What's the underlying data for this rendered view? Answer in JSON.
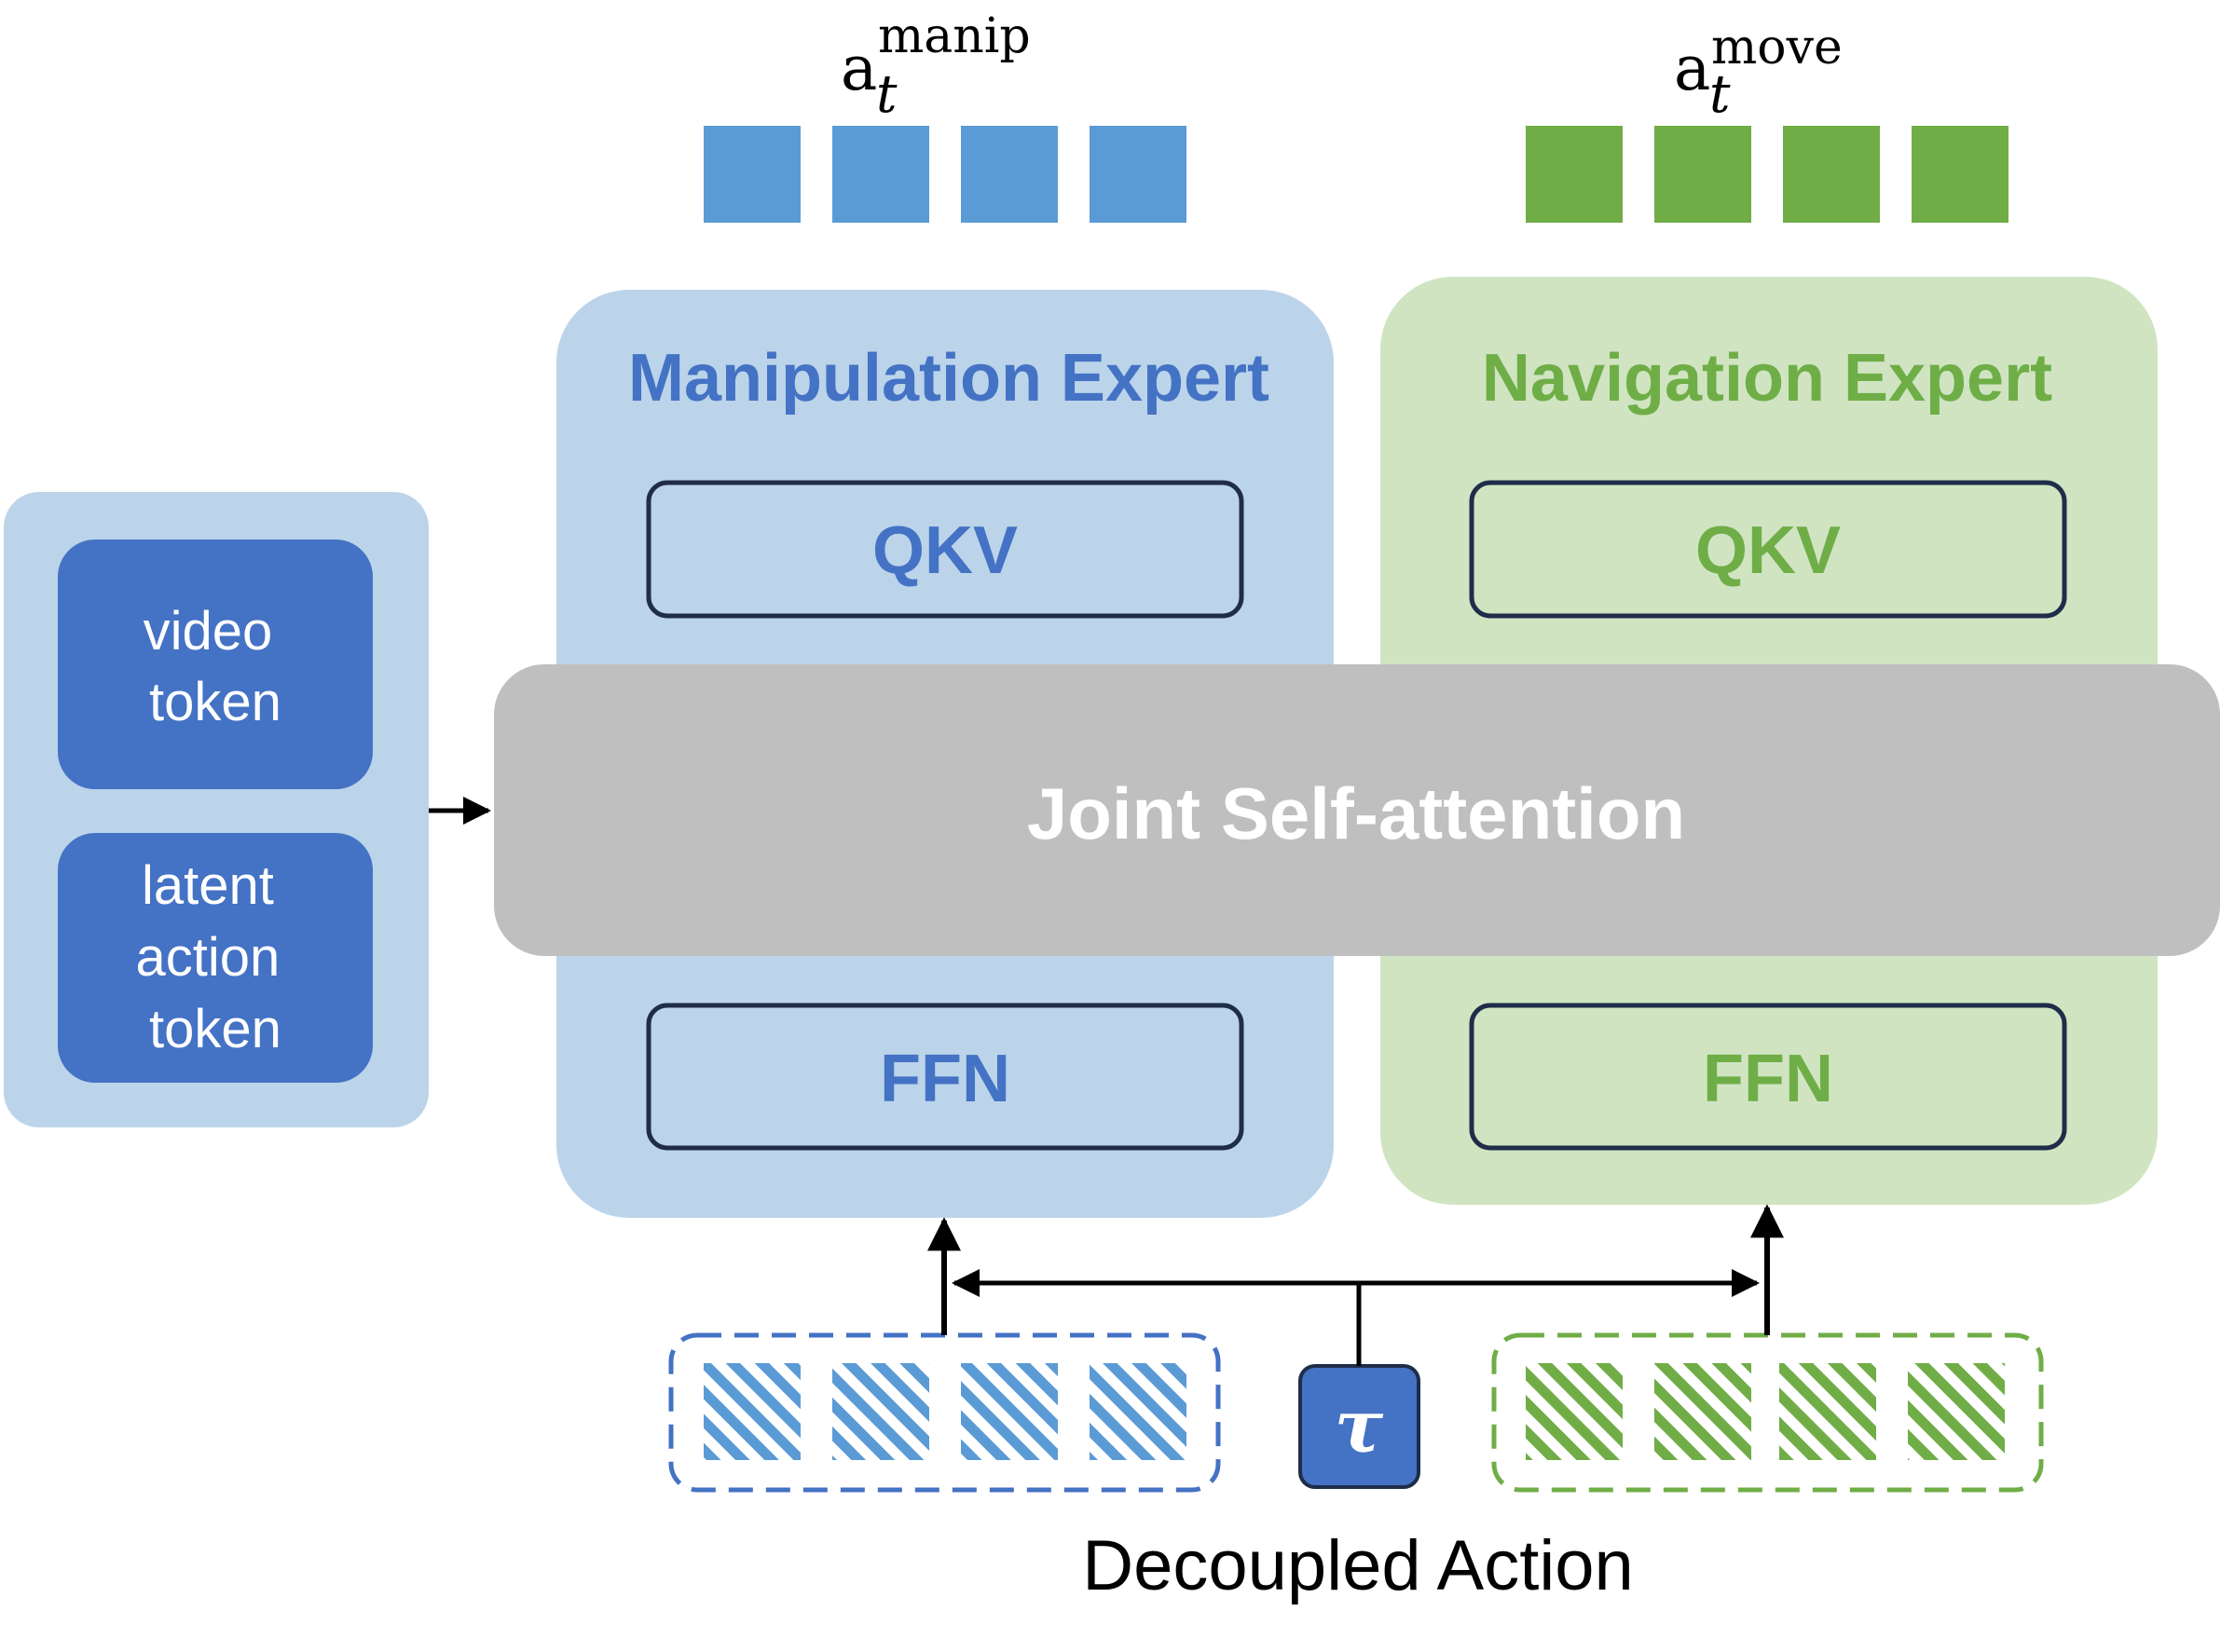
{
  "left_panel": {
    "video_token": [
      "video",
      "token"
    ],
    "latent_action_token": [
      "latent",
      "action",
      "token"
    ]
  },
  "manipulation": {
    "title": "Manipulation Expert",
    "qkv": "QKV",
    "ffn": "FFN",
    "output_label": {
      "base": "a",
      "sub": "t",
      "sup": "manip"
    }
  },
  "navigation": {
    "title": "Navigation Expert",
    "qkv": "QKV",
    "ffn": "FFN",
    "output_label": {
      "base": "a",
      "sub": "t",
      "sup": "move"
    }
  },
  "joint_attention": {
    "label": "Joint Self-attention"
  },
  "tau": {
    "symbol": "τ"
  },
  "decoupled_action": {
    "label": "Decoupled Action"
  },
  "colors": {
    "blue_panel": "#BBD4EA",
    "blue_dark": "#4472C4",
    "blue_output": "#5B9BD5",
    "green_panel": "#D0E4C2",
    "green_text": "#6FAE47",
    "green_output": "#70AD47",
    "gray_attention": "#BFBFBF",
    "box_border": "#1F2D4A",
    "white": "#FFFFFF",
    "black": "#000000"
  }
}
